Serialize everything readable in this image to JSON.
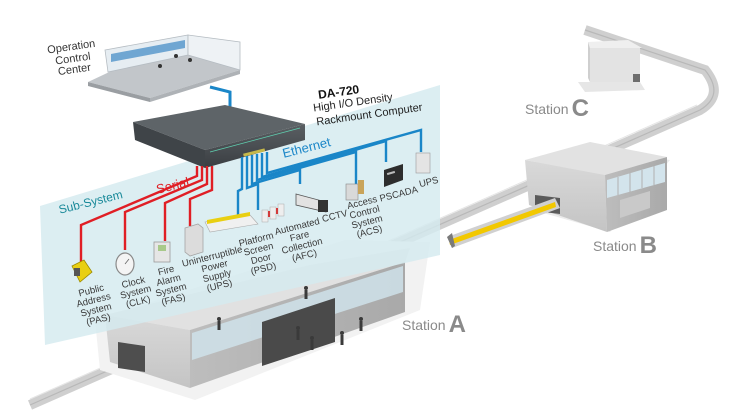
{
  "diagram": {
    "control_center": {
      "label": "Operation\nControl\nCenter"
    },
    "computer": {
      "model": "DA-720",
      "description_line1": "High I/O Density",
      "description_line2": "Rackmount Computer"
    },
    "panel": {
      "title": "Sub-System",
      "serial_label": "Serial",
      "ethernet_label": "Ethernet"
    },
    "serial_subsystems": [
      {
        "label": "Public\nAddress\nSystem\n(PAS)",
        "icon": "megaphone-icon"
      },
      {
        "label": "Clock\nSystem\n(CLK)",
        "icon": "clock-icon"
      },
      {
        "label": "Fire\nAlarm\nSystem\n(FAS)",
        "icon": "fire-alarm-panel-icon"
      },
      {
        "label": "Uninterruptible\nPower\nSupply\n(UPS)",
        "icon": "ups-cabinet-icon"
      }
    ],
    "ethernet_subsystems": [
      {
        "label": "Platform\nScreen\nDoor\n(PSD)",
        "icon": "train-platform-icon"
      },
      {
        "label": "Automated\nFare\nCollection\n(AFC)",
        "icon": "fare-gate-icon"
      },
      {
        "label": "CCTV",
        "icon": "camera-icon"
      },
      {
        "label": "Access\nControl\nSystem\n(ACS)",
        "icon": "keypad-icon"
      },
      {
        "label": "PSCADA",
        "icon": "scada-panel-icon"
      },
      {
        "label": "UPS",
        "icon": "ups-tower-icon"
      }
    ],
    "stations": [
      {
        "name": "Station",
        "letter": "A"
      },
      {
        "name": "Station",
        "letter": "B"
      },
      {
        "name": "Station",
        "letter": "C"
      }
    ],
    "colors": {
      "serial": "#e01e25",
      "ethernet": "#1a86c8",
      "panel_text": "#1a8a9a",
      "panel_bg": "#d4eaef",
      "train_accent": "#f2c800"
    }
  }
}
